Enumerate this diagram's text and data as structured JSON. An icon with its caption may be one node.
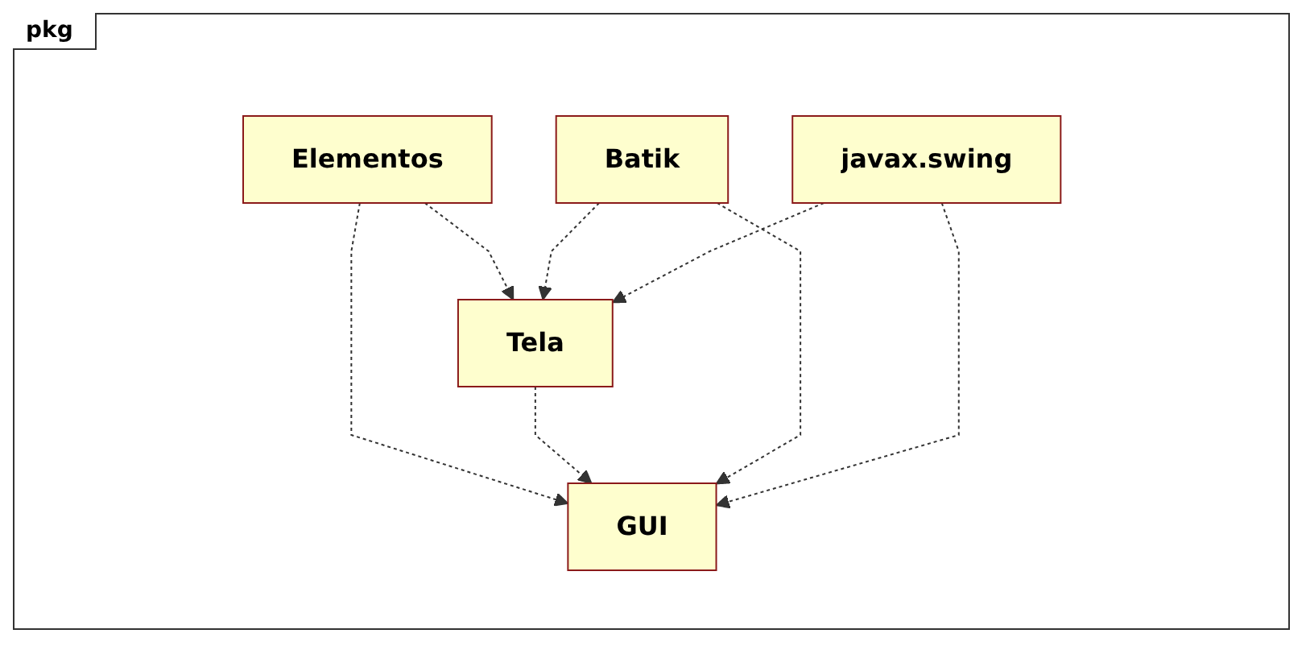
{
  "diagram": {
    "title": "pkg",
    "nodes": [
      {
        "text": [
          "Elementos"
        ]
      },
      {
        "text": [
          "Tela"
        ]
      },
      {
        "text": [
          "Batik"
        ]
      },
      {
        "text": [
          "javax.swing"
        ]
      },
      {
        "text": [
          "GUI"
        ]
      }
    ],
    "edges": [
      {
        "from": 0,
        "to": 1,
        "arrow": "to",
        "style": "dashed"
      },
      {
        "from": 0,
        "to": 4,
        "arrow": "to",
        "style": "dashed"
      },
      {
        "from": 1,
        "to": 4,
        "arrow": "to",
        "style": "dashed"
      },
      {
        "from": 2,
        "to": 1,
        "arrow": "to",
        "style": "dashed"
      },
      {
        "from": 2,
        "to": 4,
        "arrow": "to",
        "style": "dashed"
      },
      {
        "from": 3,
        "to": 1,
        "arrow": "to",
        "style": "dashed"
      },
      {
        "from": 3,
        "to": 4,
        "arrow": "to",
        "style": "dashed"
      }
    ]
  }
}
